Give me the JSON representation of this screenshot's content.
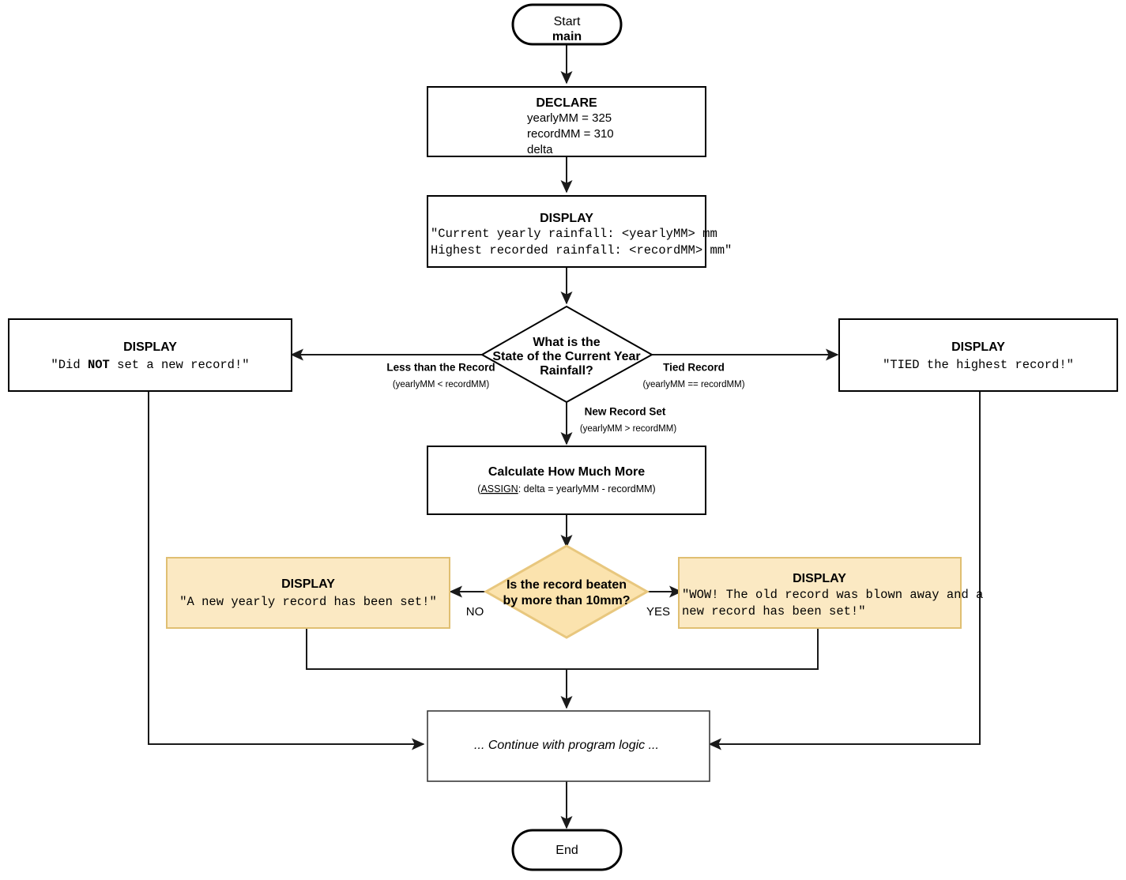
{
  "diagram": {
    "title": "Rainfall Record Comparison Flowchart",
    "type": "flowchart",
    "colors": {
      "background": "#ffffff",
      "node_fill": "#ffffff",
      "node_stroke": "#000000",
      "highlight_fill": "#fbe9c3",
      "highlight_stroke": "#e0bf72",
      "diamond_highlight_fill": "#fbe3ae",
      "diamond_highlight_stroke": "#e8c77e",
      "connector": "#1a1a1a"
    }
  },
  "nodes": {
    "start": {
      "shape": "terminator",
      "line1": "Start",
      "line2": "main"
    },
    "declare": {
      "shape": "process",
      "header": "DECLARE",
      "lines": [
        "yearlyMM = 325",
        "recordMM = 310",
        "delta"
      ]
    },
    "display_intro": {
      "shape": "process",
      "header": "DISPLAY",
      "lines": [
        "\"Current yearly rainfall:   <yearlyMM> mm",
        " Highest recorded rainfall: <recordMM> mm\""
      ]
    },
    "decision_state": {
      "shape": "decision",
      "lines": [
        "What is the",
        "State of the Current Year",
        "Rainfall?"
      ]
    },
    "display_not_record": {
      "shape": "process",
      "header": "DISPLAY",
      "text_pre": "\"Did ",
      "text_bold": "NOT",
      "text_post": " set a new record!\""
    },
    "display_tied": {
      "shape": "process",
      "header": "DISPLAY",
      "lines": [
        "\"TIED the highest record!\""
      ]
    },
    "calculate": {
      "shape": "process",
      "header": "Calculate How Much More",
      "assign_label": "ASSIGN",
      "assign_expr": ": delta = yearlyMM - recordMM)",
      "assign_open": "("
    },
    "decision_beaten": {
      "shape": "decision",
      "lines": [
        "Is the record beaten",
        "by more than 10mm?"
      ]
    },
    "display_new_record": {
      "shape": "process",
      "header": "DISPLAY",
      "lines": [
        "\"A new yearly record has been set!\""
      ]
    },
    "display_wow": {
      "shape": "process",
      "header": "DISPLAY",
      "lines": [
        "\"WOW! The old record was blown away and a",
        "new record has been set!\""
      ]
    },
    "continue": {
      "shape": "process",
      "text": "... Continue with program logic ..."
    },
    "end": {
      "shape": "terminator",
      "line1": "End"
    }
  },
  "edges": {
    "less_than": {
      "label": "Less than the Record",
      "condition": "(yearlyMM < recordMM)"
    },
    "tied": {
      "label": "Tied Record",
      "condition": "(yearlyMM == recordMM)"
    },
    "new_record": {
      "label": "New Record Set",
      "condition": "(yearlyMM > recordMM)"
    },
    "no": {
      "label": "NO"
    },
    "yes": {
      "label": "YES"
    }
  }
}
